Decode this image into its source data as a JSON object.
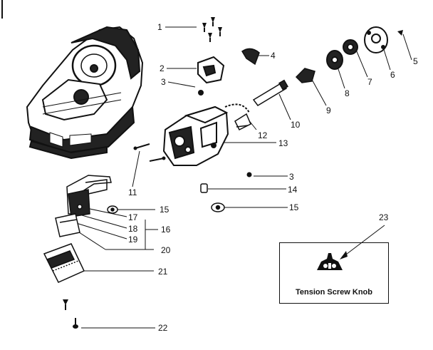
{
  "callouts": {
    "c1": "1",
    "c2": "2",
    "c3": "3",
    "c4": "4",
    "c5": "5",
    "c6": "6",
    "c7": "7",
    "c8": "8",
    "c9": "9",
    "c10": "10",
    "c11": "11",
    "c12": "12",
    "c13": "13",
    "c3b": "3",
    "c14": "14",
    "c15": "15",
    "c15b": "15",
    "c16": "16",
    "c17": "17",
    "c18": "18",
    "c19": "19",
    "c20": "20",
    "c21": "21",
    "c22": "22",
    "c23": "23"
  },
  "inset": {
    "label": "Tension Screw Knob"
  },
  "colors": {
    "ink": "#111111",
    "paper": "#ffffff"
  }
}
